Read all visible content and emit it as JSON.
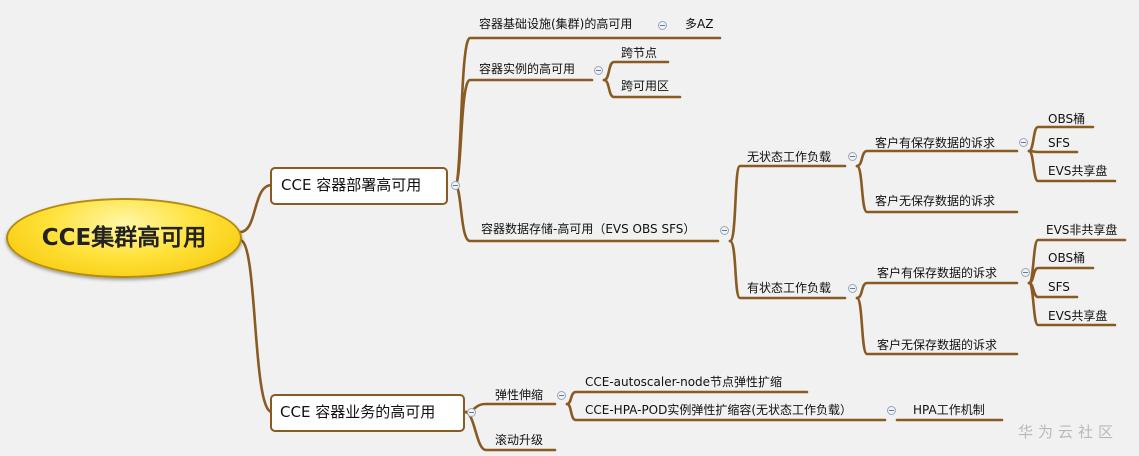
{
  "root": {
    "label": "CCE集群高可用"
  },
  "branches": {
    "deploy": {
      "label": "CCE 容器部署高可用",
      "infra": {
        "label": "容器基础设施(集群)的高可用",
        "child": "多AZ"
      },
      "instance": {
        "label": "容器实例的高可用",
        "children": [
          "跨节点",
          "跨可用区"
        ]
      },
      "storage": {
        "label": "容器数据存储-高可用（EVS OBS SFS）",
        "stateless": {
          "label": "无状态工作负载",
          "save": {
            "label": "客户有保存数据的诉求",
            "children": [
              "OBS桶",
              "SFS",
              "EVS共享盘"
            ]
          },
          "nosave": {
            "label": "客户无保存数据的诉求"
          }
        },
        "stateful": {
          "label": "有状态工作负载",
          "save": {
            "label": "客户有保存数据的诉求",
            "children": [
              "EVS非共享盘",
              "OBS桶",
              "SFS",
              "EVS共享盘"
            ]
          },
          "nosave": {
            "label": "客户无保存数据的诉求"
          }
        }
      }
    },
    "business": {
      "label": "CCE 容器业务的高可用",
      "elastic": {
        "label": "弹性伸缩",
        "node": {
          "label": "CCE-autoscaler-node节点弹性扩缩"
        },
        "pod": {
          "label": "CCE-HPA-POD实例弹性扩缩容(无状态工作负载）",
          "child": "HPA工作机制"
        }
      },
      "rolling": {
        "label": "滚动升级"
      }
    }
  },
  "watermark": "华为云社区",
  "colors": {
    "branch": "#8a5a23",
    "background": "#f1f1f1",
    "root_fill": "#ffe23a"
  }
}
